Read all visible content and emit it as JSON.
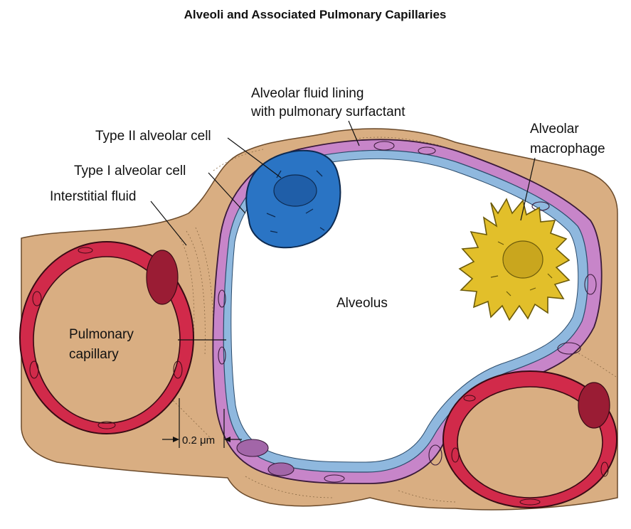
{
  "title": "Alveoli and Associated Pulmonary Capillaries",
  "labels": {
    "surfactant_line1": "Alveolar fluid lining",
    "surfactant_line2": "with pulmonary surfactant",
    "type2_cell": "Type II alveolar cell",
    "type1_cell": "Type I alveolar cell",
    "interstitial": "Interstitial fluid",
    "macrophage_line1": "Alveolar",
    "macrophage_line2": "macrophage",
    "alveolus": "Alveolus",
    "capillary_line1": "Pulmonary",
    "capillary_line2": "capillary",
    "distance": "0.2 μm"
  },
  "colors": {
    "tissue": "#d9ae82",
    "capillary_wall": "#d12a4a",
    "alveolar_wall": "#c785c9",
    "fluid_lining": "#8fb8de",
    "type2_cell": "#2a74c4",
    "macrophage": "#e2bf2a",
    "alveolus_space": "#ffffff",
    "outline": "#1a1a1a"
  }
}
